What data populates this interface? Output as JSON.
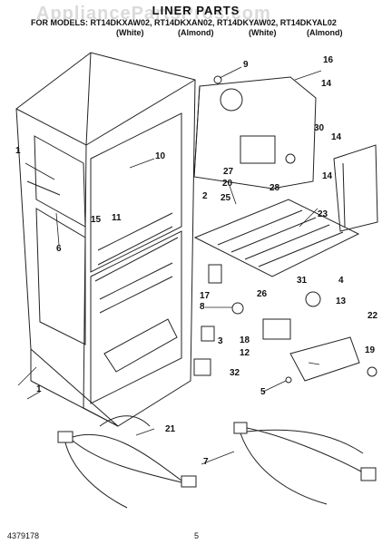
{
  "watermark": "AppliancePartsPros.com",
  "title": "LINER PARTS",
  "subtitle": "FOR MODELS: RT14DKXAW02, RT14DKXAN02, RT14DKYAW02, RT14DKYAL02",
  "colors": [
    "(White)",
    "(Almond)",
    "(White)",
    "(Almond)"
  ],
  "callouts": [
    "9",
    "16",
    "14",
    "10",
    "30",
    "14",
    "1",
    "6",
    "11",
    "15",
    "27",
    "20",
    "2",
    "28",
    "14",
    "25",
    "23",
    "26",
    "31",
    "4",
    "17",
    "8",
    "13",
    "22",
    "18",
    "3",
    "12",
    "19",
    "32",
    "5",
    "21",
    "7",
    "1"
  ],
  "footer": {
    "doc_number": "4379178",
    "page": "5"
  }
}
